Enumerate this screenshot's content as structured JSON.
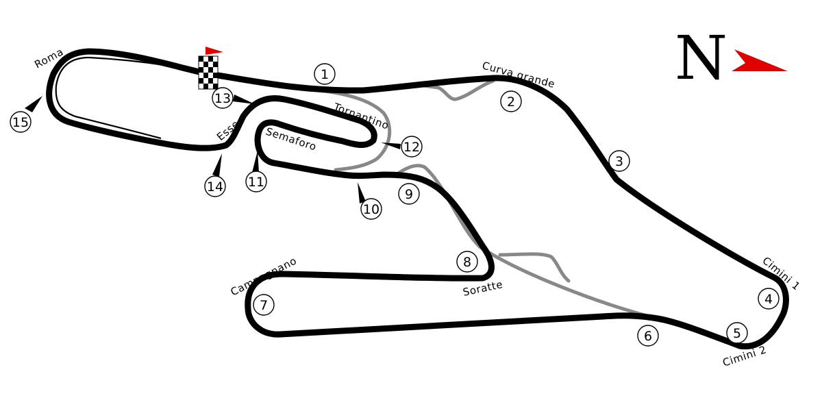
{
  "compass": {
    "letter": "N",
    "arrow_color": "#e00000"
  },
  "flag": {
    "color": "#e00000"
  },
  "colors": {
    "main_track": "#000000",
    "alternate_track": "#888888"
  },
  "turns": [
    "1",
    "2",
    "3",
    "4",
    "5",
    "6",
    "7",
    "8",
    "9",
    "10",
    "11",
    "12",
    "13",
    "14",
    "15"
  ],
  "corner_names": {
    "roma": "Roma",
    "curva_grande": "Curva grande",
    "tornantino": "Tornantino",
    "semaforo": "Semaforo",
    "esse": "Esse",
    "cimini_1": "Cimini 1",
    "cimini_2": "Cimini 2",
    "campagnano": "Campagnano",
    "soratte": "Soratte"
  }
}
